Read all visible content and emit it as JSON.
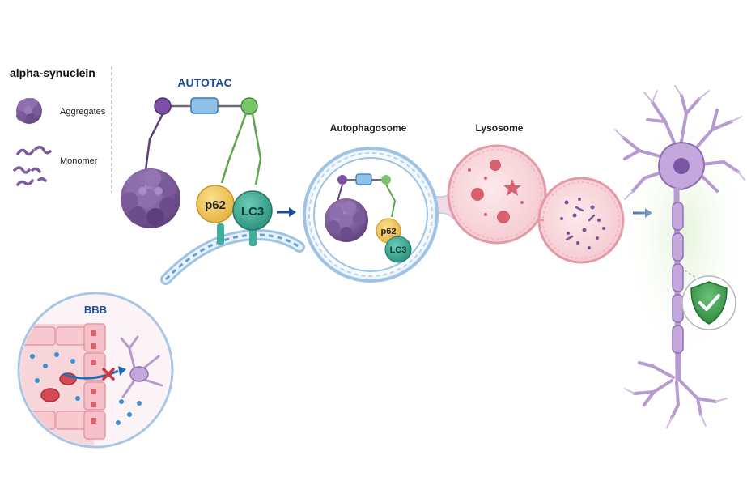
{
  "legend": {
    "title": "alpha-synuclein",
    "aggregates_label": "Aggregates",
    "monomer_label": "Monomer"
  },
  "autotac": {
    "title": "AUTOTAC",
    "p62_label": "p62",
    "lc3_label": "LC3"
  },
  "autophagosome": {
    "title": "Autophagosome",
    "p62_label": "p62",
    "lc3_label": "LC3"
  },
  "lysosome": {
    "title": "Lysosome"
  },
  "bbb": {
    "title": "BBB"
  },
  "icons": {
    "protection": "shield-check-icon",
    "blocked": "x-mark-icon",
    "flow": "arrow-right-icon"
  },
  "colors": {
    "aggregate": "#7a5a9a",
    "autotac_title": "#1f4e9c",
    "p62": "#f2c85a",
    "lc3": "#3fae9a",
    "lysosome": "#f7d6da",
    "neuron": "#b89ad2",
    "shield": "#3e9e4f",
    "arrow": "#1f4e9c"
  }
}
